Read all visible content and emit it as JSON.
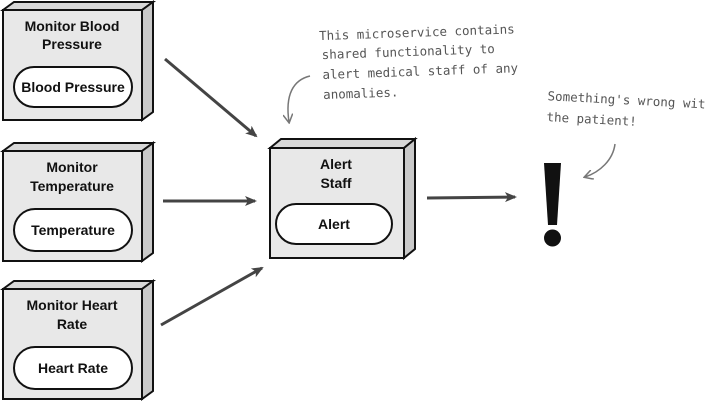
{
  "services": {
    "blood_pressure": {
      "title_line1": "Monitor Blood",
      "title_line2": "Pressure",
      "component": "Blood Pressure"
    },
    "temperature": {
      "title_line1": "Monitor",
      "title_line2": "Temperature",
      "component": "Temperature"
    },
    "heart_rate": {
      "title_line1": "Monitor Heart",
      "title_line2": "Rate",
      "component": "Heart Rate"
    },
    "alert": {
      "title_line1": "Alert",
      "title_line2": "Staff",
      "component": "Alert"
    }
  },
  "annotations": {
    "microservice_note": [
      "This microservice contains",
      "shared functionality to",
      "alert medical staff of any",
      "anomalies."
    ],
    "patient_note": [
      "Something's wrong with",
      "the patient!"
    ]
  },
  "symbols": {
    "exclamation": "!"
  },
  "colors": {
    "box_fill": "#e8e8e8",
    "box_side": "#c9c9c9",
    "pill_fill": "#ffffff",
    "stroke": "#111111",
    "arrow": "#444444",
    "note_text": "#555555"
  }
}
